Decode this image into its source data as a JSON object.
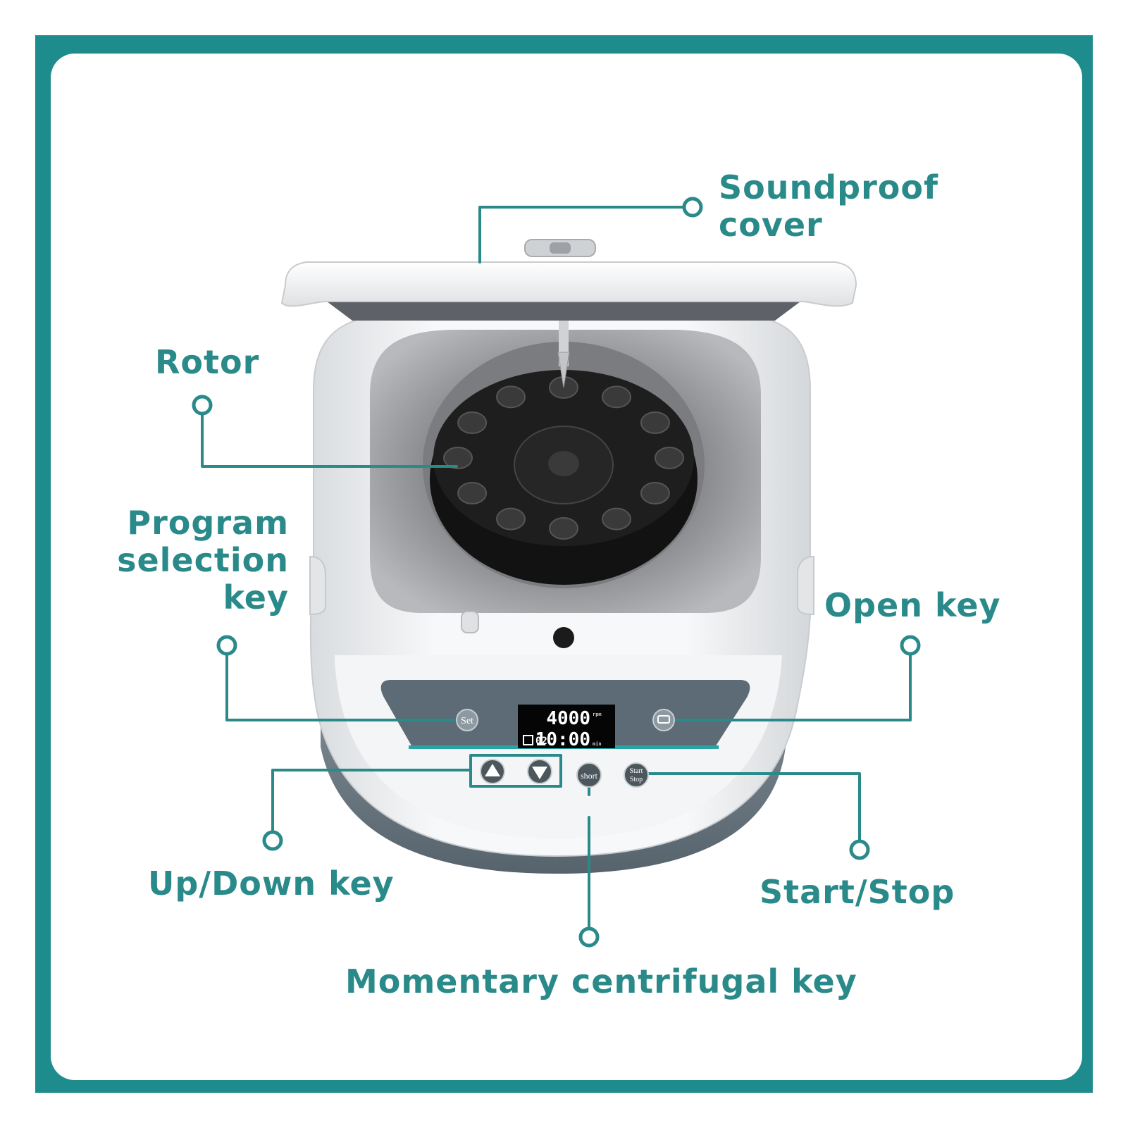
{
  "colors": {
    "accent": "#2a8a8a",
    "frame": "#1e8c8c",
    "panel": "#56656f",
    "body": "#f2f3f4",
    "rotor": "#1a1a1a"
  },
  "labels": {
    "soundproof_line1": "Soundproof",
    "soundproof_line2": "cover",
    "rotor": "Rotor",
    "program_line1": "Program",
    "program_line2": "selection",
    "program_line3": "key",
    "open_key": "Open key",
    "up_down_key": "Up/Down key",
    "start_stop": "Start/Stop",
    "momentary": "Momentary centrifugal key"
  },
  "device": {
    "lcd_speed": "4000",
    "lcd_speed_unit": "rpm",
    "lcd_program": "02",
    "lcd_time": "10:00",
    "lcd_time_unit": "min",
    "set_button": "Set",
    "short_button": "short",
    "start_line1": "Start",
    "start_line2": "Stop"
  }
}
